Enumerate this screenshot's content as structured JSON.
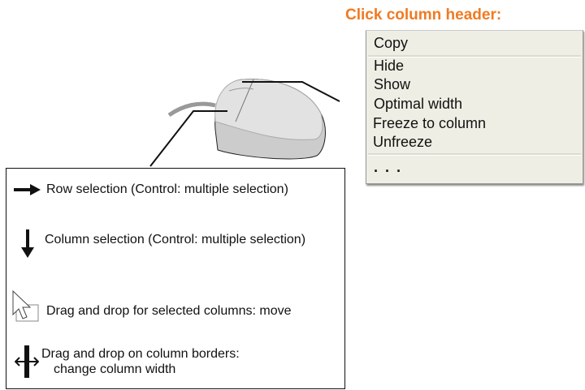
{
  "title": "Click column header:",
  "menu": {
    "items": [
      "Copy",
      "Hide",
      "Show",
      "Optimal width",
      "Freeze to column",
      "Unfreeze"
    ],
    "more": ". . ."
  },
  "legend": {
    "row_selection": "Row selection (Control: multiple selection)",
    "column_selection": "Column selection (Control: multiple selection)",
    "drag_move": "Drag and drop for selected columns: move",
    "drag_width_line1": "Drag and drop on column borders:",
    "drag_width_line2": "change column width"
  },
  "colors": {
    "accent": "#f07a22",
    "menu_bg": "#efeee4"
  }
}
